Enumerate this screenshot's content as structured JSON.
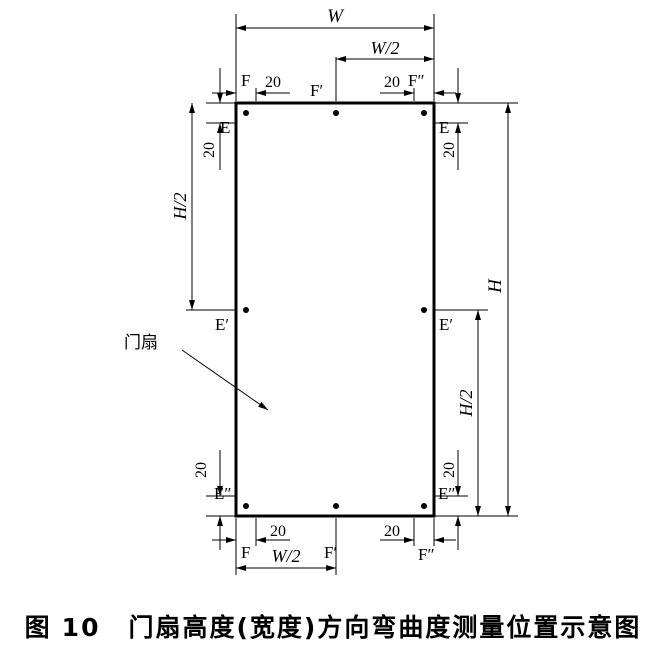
{
  "labels": {
    "W": "W",
    "W_half": "W/2",
    "H": "H",
    "H_half": "H/2",
    "twenty": "20",
    "F": "F",
    "F_prime": "F′",
    "F_dprime": "F″",
    "E": "E",
    "E_prime": "E′",
    "E_dprime": "E″",
    "door_leaf": "门扇"
  },
  "caption": {
    "figure": "图",
    "number": "10",
    "text": "门扇高度(宽度)方向弯曲度测量位置示意图"
  }
}
